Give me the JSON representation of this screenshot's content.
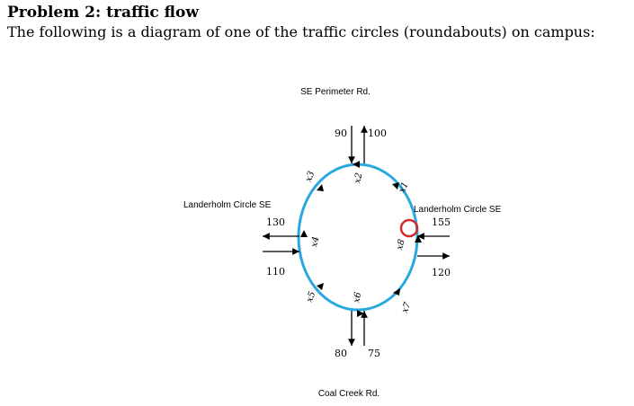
{
  "problem": {
    "heading": "Problem 2: traffic flow",
    "intro": "The following is a diagram of one of the traffic circles (roundabouts) on campus:"
  },
  "roads": {
    "north": "SE Perimeter Rd.",
    "south": "Coal Creek Rd.",
    "west": "Landerholm Circle SE",
    "east": "Landerholm Circle SE"
  },
  "flows": {
    "north_in": "90",
    "north_out": "100",
    "west_out": "130",
    "west_in": "110",
    "east_in": "155",
    "east_out": "120",
    "south_out": "80",
    "south_in": "75"
  },
  "variables": {
    "x1": "x1",
    "x2": "x2",
    "x3": "x3",
    "x4": "x4",
    "x5": "x5",
    "x6": "x6",
    "x7": "x7",
    "x8": "x8"
  },
  "colors": {
    "circle": "#29a8df",
    "highlight": "#d42a2a",
    "ink": "#000000"
  }
}
